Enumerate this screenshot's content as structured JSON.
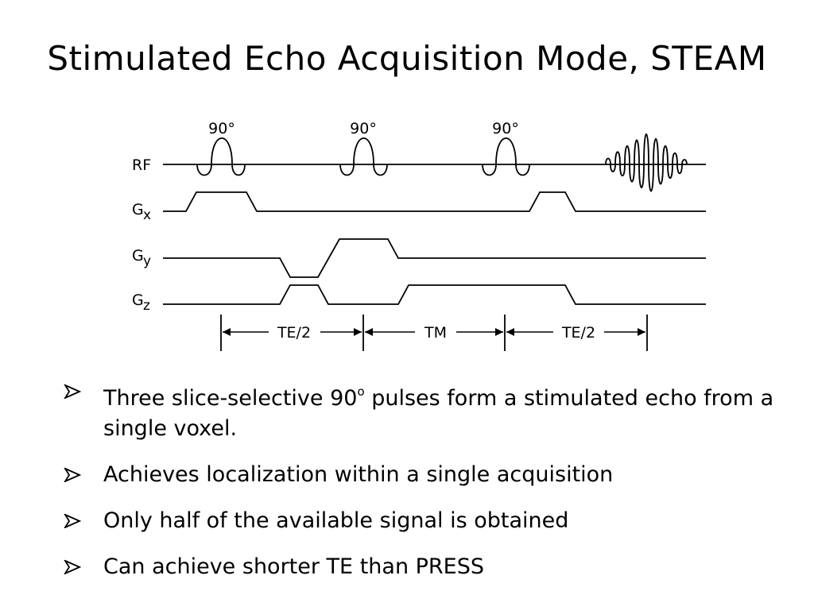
{
  "slide": {
    "title": "Stimulated Echo Acquisition Mode, STEAM"
  },
  "diagram": {
    "rows": {
      "rf": "RF",
      "gx": {
        "letter": "G",
        "sub": "x"
      },
      "gy": {
        "letter": "G",
        "sub": "y"
      },
      "gz": {
        "letter": "G",
        "sub": "z"
      }
    },
    "pulses": [
      "90°",
      "90°",
      "90°"
    ],
    "intervals": [
      "TE/2",
      "TM",
      "TE/2"
    ]
  },
  "bullets": [
    {
      "pre": "Three slice-selective 90",
      "sup": "o",
      "post": " pulses form a stimulated echo from a single voxel."
    },
    {
      "pre": "Achieves localization within a single acquisition",
      "sup": "",
      "post": ""
    },
    {
      "pre": "Only half of the available signal is obtained",
      "sup": "",
      "post": ""
    },
    {
      "pre": "Can achieve shorter TE than PRESS",
      "sup": "",
      "post": ""
    }
  ],
  "icons": {
    "bullet": "arrowhead-bullet-icon"
  }
}
